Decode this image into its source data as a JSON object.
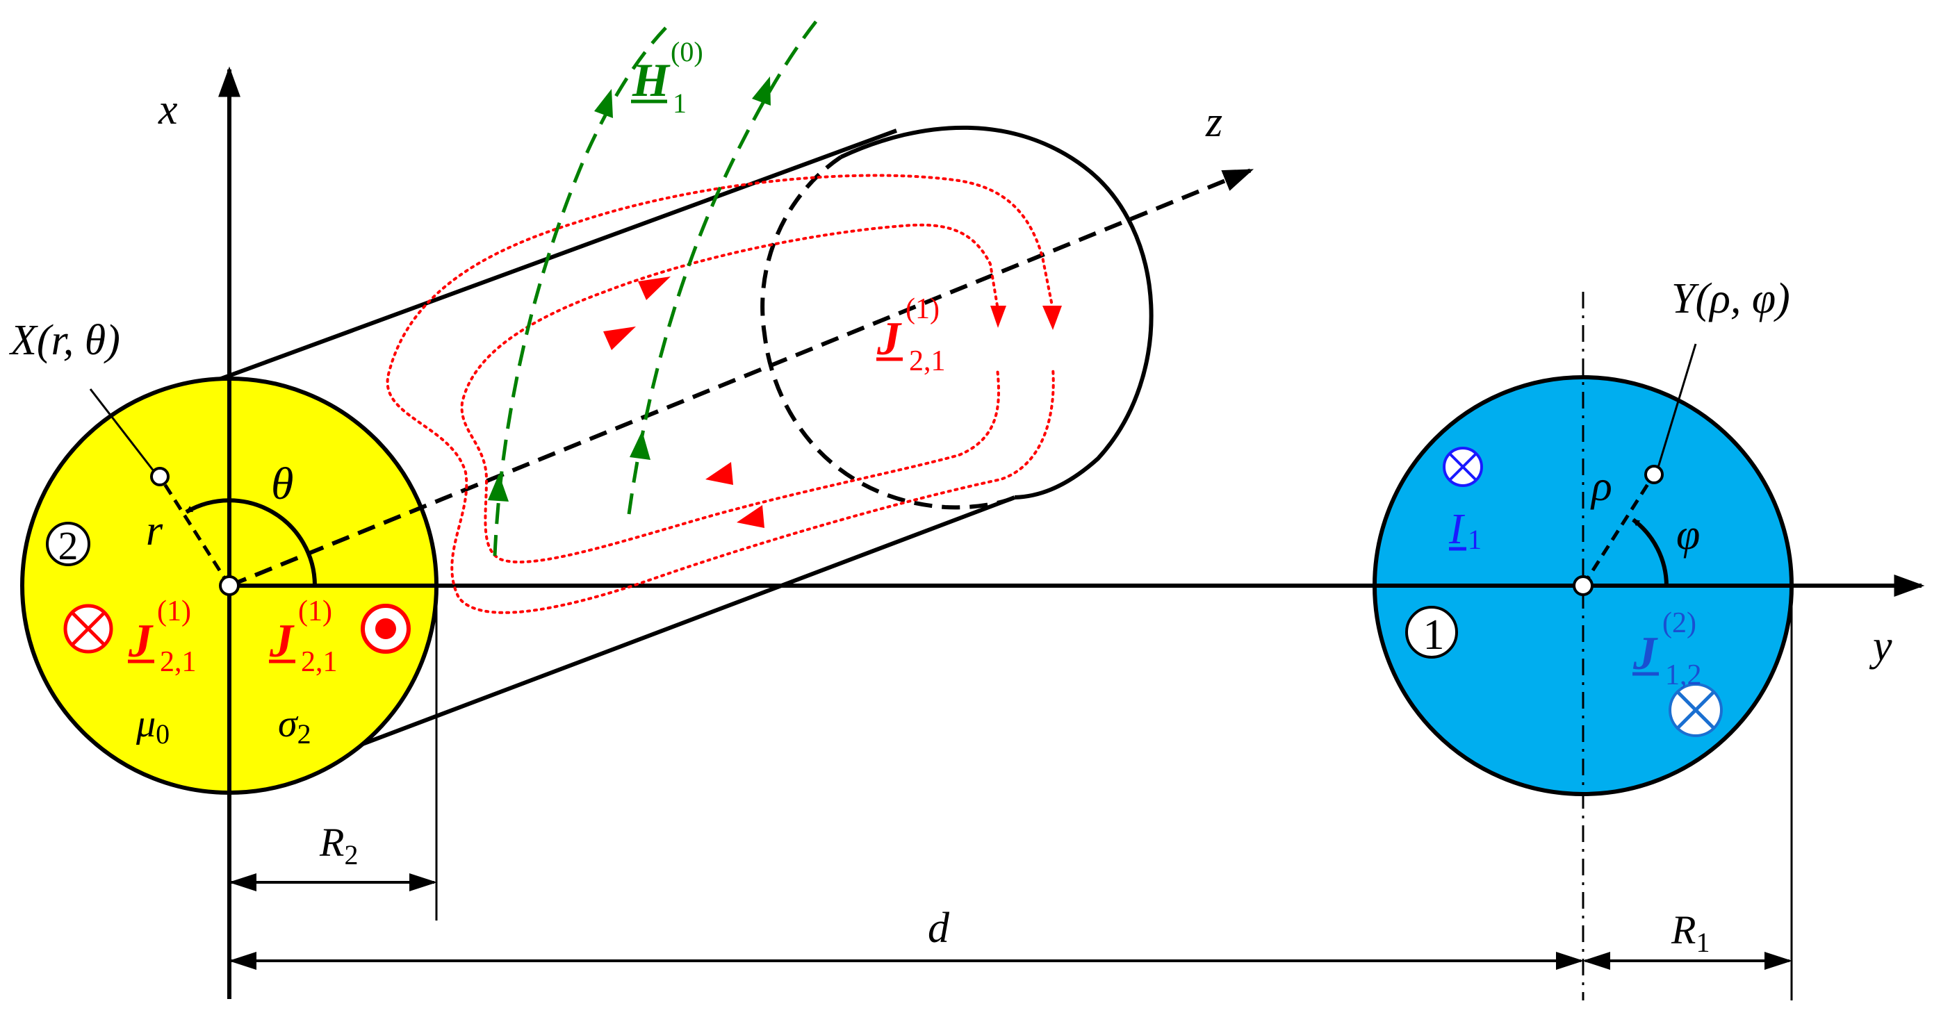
{
  "colors": {
    "conductor2_fill": "#ffff00",
    "conductor1_fill": "#00aeef",
    "induced_current": "#ff0000",
    "magnetic_field": "#008000",
    "source_current": "#1a1aff",
    "outline": "#000000"
  },
  "icons": {
    "into_page": "circle-cross-icon",
    "out_of_page": "circle-dot-icon",
    "point_marker": "hollow-point-icon"
  },
  "axes": {
    "x": "x",
    "y": "y",
    "z": "z"
  },
  "conductor2": {
    "number": "2",
    "mu": "μ",
    "mu_sub": "0",
    "sigma": "σ",
    "sigma_sub": "2",
    "J_left": {
      "base": "J",
      "sup": "(1)",
      "sub": "2,1"
    },
    "J_right": {
      "base": "J",
      "sup": "(1)",
      "sub": "2,1"
    },
    "point": "X(r, θ)",
    "r": "r",
    "theta": "θ"
  },
  "conductor1": {
    "number": "1",
    "I": {
      "base": "I",
      "sub": "1"
    },
    "J": {
      "base": "J",
      "sup": "(2)",
      "sub": "1,2"
    },
    "point": "Y(ρ, φ)",
    "rho": "ρ",
    "phi": "φ"
  },
  "field": {
    "base": "H",
    "sup": "(0)",
    "sub": "1"
  },
  "loop_label": {
    "base": "J",
    "sup": "(1)",
    "sub": "2,1"
  },
  "dims": {
    "R2": "R",
    "R2_sub": "2",
    "d": "d",
    "R1": "R",
    "R1_sub": "1"
  }
}
